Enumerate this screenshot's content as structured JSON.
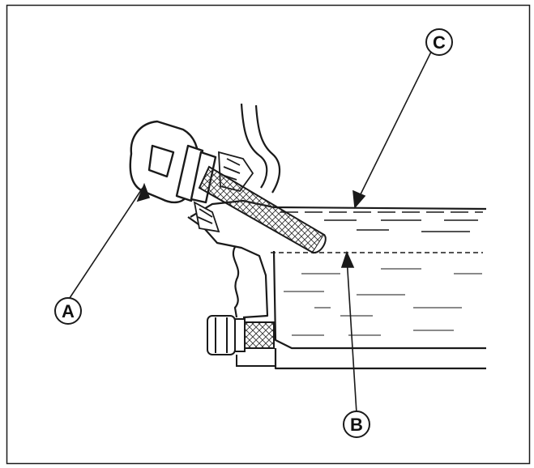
{
  "figure": {
    "callouts": [
      {
        "id": "A",
        "label": "A"
      },
      {
        "id": "B",
        "label": "B"
      },
      {
        "id": "C",
        "label": "C"
      }
    ]
  },
  "colors": {
    "line": "#1a1a1a",
    "fill": "#ffffff",
    "hatch": "#333333",
    "background": "#ffffff"
  }
}
